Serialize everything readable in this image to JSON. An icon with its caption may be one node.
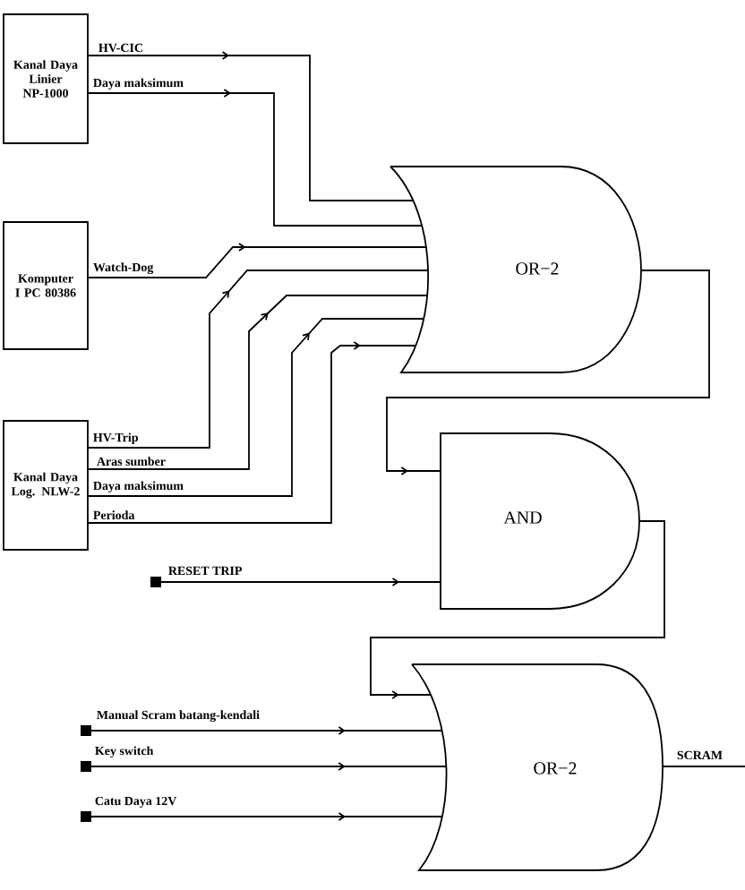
{
  "diagram": {
    "nodes": [
      {
        "text": [
          "Kanal Daya Linier NP-1000"
        ]
      },
      {
        "text": [
          "Komputer I PC 80386"
        ]
      },
      {
        "text": [
          "Kanal Daya Log. NLW-2"
        ]
      },
      {
        "text": [
          "OR−2"
        ]
      },
      {
        "text": [
          "AND"
        ]
      },
      {
        "text": [
          "OR−2"
        ]
      },
      {
        "text": [
          "RESET TRIP"
        ]
      },
      {
        "text": [
          "Manual Scram batang-kendali"
        ]
      },
      {
        "text": [
          "Key switch"
        ]
      },
      {
        "text": [
          "Catu Daya 12V"
        ]
      }
    ],
    "edges": [
      {
        "from": 0,
        "to": 3,
        "arrow": "to",
        "label": "HV-CIC"
      },
      {
        "from": 0,
        "to": 3,
        "arrow": "to",
        "label": "Daya maksimum"
      },
      {
        "from": 1,
        "to": 3,
        "arrow": "to",
        "label": "Watch-Dog"
      },
      {
        "from": 2,
        "to": 3,
        "arrow": "to",
        "label": "HV-Trip"
      },
      {
        "from": 2,
        "to": 3,
        "arrow": "to",
        "label": "Aras sumber"
      },
      {
        "from": 2,
        "to": 3,
        "arrow": "to",
        "label": "Daya maksimum"
      },
      {
        "from": 2,
        "to": 3,
        "arrow": "to",
        "label": "Perioda"
      },
      {
        "from": 3,
        "to": 4,
        "arrow": "to"
      },
      {
        "from": 6,
        "to": 4,
        "arrow": "to"
      },
      {
        "from": 4,
        "to": 5,
        "arrow": "to"
      },
      {
        "from": 7,
        "to": 5,
        "arrow": "to"
      },
      {
        "from": 8,
        "to": 5,
        "arrow": "to"
      },
      {
        "from": 9,
        "to": 5,
        "arrow": "to"
      },
      {
        "from": 5,
        "to": null,
        "arrow": "none",
        "label": "SCRAM"
      }
    ]
  }
}
